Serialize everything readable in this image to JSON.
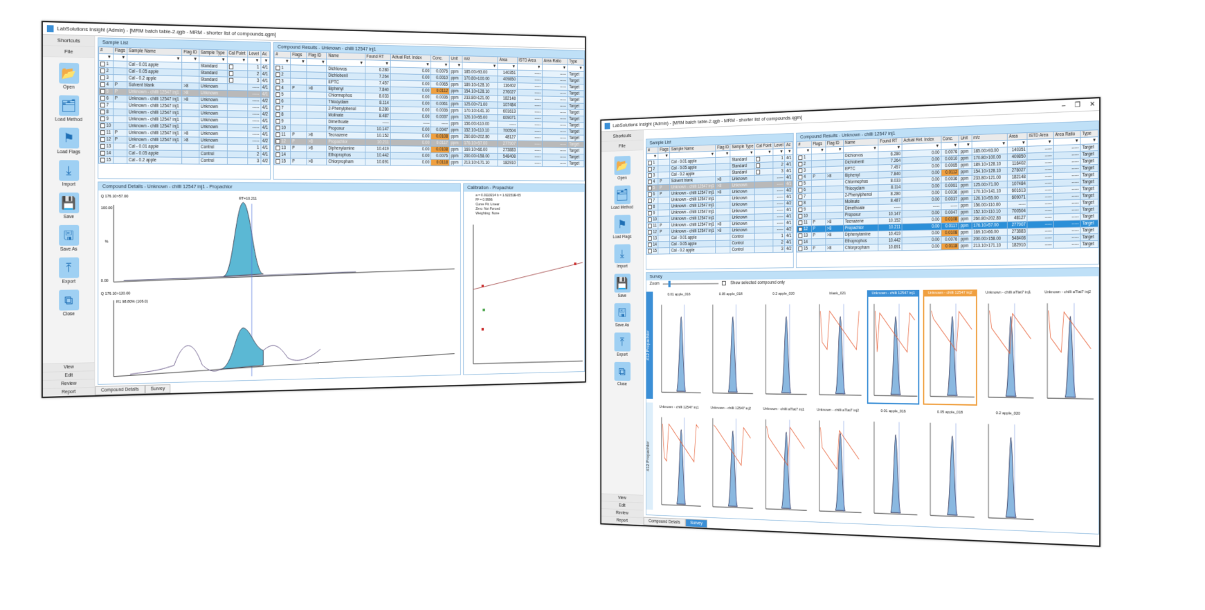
{
  "app_title_left": "LabSolutions Insight (Admin) - [MRM batch table-2.qgb - MRM - shorter list of compounds.qgm]",
  "app_title_right": "LabSolutions Insight (Admin) - [MRM batch table-2.qgb - MRM - shorter list of compounds.qgm]",
  "sidebar": {
    "shortcuts": "Shortcuts",
    "file": "File",
    "buttons": [
      {
        "label": "Open",
        "icon": "📂"
      },
      {
        "label": "Load Method",
        "icon": "🗂"
      },
      {
        "label": "Load Flags",
        "icon": "⚑"
      },
      {
        "label": "Import",
        "icon": "⤓"
      },
      {
        "label": "Save",
        "icon": "💾"
      },
      {
        "label": "Save As",
        "icon": "🖫"
      },
      {
        "label": "Export",
        "icon": "⤒"
      },
      {
        "label": "Close",
        "icon": "⧉"
      }
    ],
    "footer": [
      "View",
      "Edit",
      "Review",
      "Report"
    ]
  },
  "sample_list": {
    "title": "Sample List",
    "columns": [
      "#",
      "Flags",
      "Sample Name",
      "Flag ID",
      "Sample Type",
      "Cal Point",
      "Level",
      "Ac"
    ],
    "rows": [
      [
        "1",
        "",
        "Cal - 0.01 apple",
        "",
        "Standard",
        "x",
        "1",
        "4/1"
      ],
      [
        "2",
        "",
        "Cal - 0.05 apple",
        "",
        "Standard",
        "x",
        "2",
        "4/1"
      ],
      [
        "3",
        "",
        "Cal - 0.2 apple",
        "",
        "Standard",
        "x",
        "3",
        "4/1"
      ],
      [
        "4",
        "P",
        "Solvent blank",
        ">8",
        "Unknown",
        "",
        "-----",
        "4/1"
      ],
      [
        "5",
        "P",
        "Unknown - chilli 12547 inj1",
        ">8",
        "Unknown",
        "",
        "-----",
        "4/1"
      ],
      [
        "6",
        "P",
        "Unknown - chilli 12547 inj1",
        ">8",
        "Unknown",
        "",
        "-----",
        "4/2"
      ],
      [
        "7",
        "",
        "Unknown - chilli 12547 inj1",
        "",
        "Unknown",
        "",
        "-----",
        "4/1"
      ],
      [
        "8",
        "",
        "Unknown - chilli 12547 inj1",
        "",
        "Unknown",
        "",
        "-----",
        "4/2"
      ],
      [
        "9",
        "",
        "Unknown - chilli 12547 inj1",
        "",
        "Unknown",
        "",
        "-----",
        "4/1"
      ],
      [
        "10",
        "",
        "Unknown - chilli 12547 inj1",
        "",
        "Unknown",
        "",
        "-----",
        "4/1"
      ],
      [
        "11",
        "P",
        "Unknown - chilli 12547 inj1",
        ">8",
        "Unknown",
        "",
        "-----",
        "4/1"
      ],
      [
        "12",
        "P",
        "Unknown - chilli 12547 inj1",
        ">8",
        "Unknown",
        "",
        "-----",
        "4/2"
      ],
      [
        "13",
        "",
        "Cal - 0.01 apple",
        "",
        "Control",
        "",
        "1",
        "4/1"
      ],
      [
        "14",
        "",
        "Cal - 0.05 apple",
        "",
        "Control",
        "",
        "2",
        "4/1"
      ],
      [
        "15",
        "",
        "Cal - 0.2 apple",
        "",
        "Control",
        "",
        "3",
        "4/2"
      ]
    ]
  },
  "compound_results": {
    "title": "Compound Results - Unknown - chilli 12547 inj1",
    "columns": [
      "#",
      "Flags",
      "Flag ID",
      "Name",
      "Found RT",
      "Actual Ret. Index",
      "Conc.",
      "Unit",
      "m/z",
      "Area",
      "ISTD Area",
      "Area Ratio",
      "Type"
    ],
    "rows": [
      [
        "1",
        "",
        "",
        "Dichlorvos",
        "6.280",
        "0.00",
        "0.0076",
        "ppm",
        "185.00>93.00",
        "140351",
        "-----",
        "-----",
        "Target"
      ],
      [
        "2",
        "",
        "",
        "Dichlobenil",
        "7.264",
        "0.00",
        "0.0010",
        "ppm",
        "170.80>100.00",
        "409850",
        "-----",
        "-----",
        "Target"
      ],
      [
        "3",
        "",
        "",
        "EPTC",
        "7.457",
        "0.00",
        "0.0065",
        "ppm",
        "189.10>128.10",
        "116402",
        "-----",
        "-----",
        "Target"
      ],
      [
        "4",
        "P",
        ">8",
        "Biphenyl",
        "7.840",
        "0.00",
        "0.0112",
        "ppm",
        "154.10>128.10",
        "276027",
        "-----",
        "-----",
        "Target"
      ],
      [
        "5",
        "",
        "",
        "Chlormephos",
        "8.033",
        "0.00",
        "0.0036",
        "ppm",
        "233.80>121.00",
        "182148",
        "-----",
        "-----",
        "Target"
      ],
      [
        "6",
        "",
        "",
        "Thiocyclam",
        "8.114",
        "0.00",
        "0.0061",
        "ppm",
        "125.00>71.00",
        "107484",
        "-----",
        "-----",
        "Target"
      ],
      [
        "7",
        "",
        "",
        "2-Phenylphenol",
        "8.280",
        "0.00",
        "0.0036",
        "ppm",
        "170.10>141.10",
        "601613",
        "-----",
        "-----",
        "Target"
      ],
      [
        "8",
        "",
        "",
        "Molinate",
        "8.487",
        "0.00",
        "0.0037",
        "ppm",
        "126.10>55.00",
        "609071",
        "-----",
        "-----",
        "Target"
      ],
      [
        "9",
        "",
        "",
        "Dimethoate",
        "-----",
        "-----",
        "-----",
        "ppm",
        "156.00>110.00",
        "-----",
        "-----",
        "-----",
        "Target"
      ],
      [
        "10",
        "",
        "",
        "Propoxur",
        "10.147",
        "0.00",
        "0.0047",
        "ppm",
        "152.10>110.10",
        "700504",
        "-----",
        "-----",
        "Target"
      ],
      [
        "11",
        "P",
        ">8",
        "Tecnazene",
        "10.152",
        "0.00",
        "0.0108",
        "ppm",
        "260.80>202.80",
        "48127",
        "-----",
        "-----",
        "Target"
      ],
      [
        "12",
        "P",
        ">8",
        "Propachlor",
        "10.211",
        "0.00",
        "0.0117",
        "ppm",
        "176.10>57.00",
        "277907",
        "-----",
        "-----",
        "Target"
      ],
      [
        "13",
        "P",
        ">8",
        "Diphenylamine",
        "10.419",
        "0.00",
        "0.0108",
        "ppm",
        "169.10>66.00",
        "273883",
        "-----",
        "-----",
        "Target"
      ],
      [
        "14",
        "",
        "",
        "Ethoprophos",
        "10.442",
        "0.00",
        "0.0076",
        "ppm",
        "200.00>158.00",
        "548408",
        "-----",
        "-----",
        "Target"
      ],
      [
        "15",
        "P",
        ">8",
        "Chlorpropham",
        "10.691",
        "0.00",
        "0.0118",
        "ppm",
        "213.10>171.10",
        "182910",
        "-----",
        "-----",
        "Target"
      ]
    ],
    "highlight_rows": [
      "4",
      "11",
      "12",
      "13",
      "15"
    ],
    "selected_row": "12"
  },
  "compound_details": {
    "title": "Compound Details - Unknown - chilli 12547 inj1 - Propachlor",
    "trace1": "Q 176.10>57.00",
    "trace2": "Q 176.10>120.00",
    "peak_label": "RT=10.211",
    "ratio_label": "R1 98.80% (106.0)",
    "y_top": "100.00",
    "y_mid": "%",
    "y_zero": "0.00"
  },
  "calibration": {
    "title": "Calibration - Propachlor",
    "lines": [
      "a = 0.0113214 b = 1.62251E-05",
      "R² = 0.9996",
      "Curve Fit: Linear",
      "Zero: Not Forced",
      "Weighting: None"
    ]
  },
  "tabs": [
    "Compound Details",
    "Survey"
  ],
  "active_tab": "Survey",
  "survey": {
    "title": "Survey",
    "zoom_label": "Zoom",
    "show_selected": "Show selected compound only",
    "row_labels": [
      "#12 Propachlor",
      "#12 Propachlor"
    ],
    "cells": [
      {
        "title": "0.01 apple_016",
        "cls": "",
        "noisy": false
      },
      {
        "title": "0.05 apple_018",
        "cls": "",
        "noisy": false
      },
      {
        "title": "0.2 apple_020",
        "cls": "",
        "noisy": false
      },
      {
        "title": "blank_021",
        "cls": "",
        "noisy": true
      },
      {
        "title": "Unknown - chilli 12547 inj1",
        "cls": "blue",
        "noisy": true
      },
      {
        "title": "Unknown - chilli 12547 inj2",
        "cls": "orange",
        "noisy": true
      },
      {
        "title": "Unknown - chilli aTlat7 inj1",
        "cls": "",
        "noisy": true
      },
      {
        "title": "Unknown - chilli aTlat7 inj2",
        "cls": "",
        "noisy": true
      },
      {
        "title": "Unknown - chilli 12547 inj1",
        "cls": "",
        "noisy": true
      },
      {
        "title": "Unknown - chilli 12547 inj2",
        "cls": "",
        "noisy": true
      },
      {
        "title": "Unknown - chilli aTlat7 inj1",
        "cls": "",
        "noisy": true
      },
      {
        "title": "Unknown - chilli aTlat7 inj2",
        "cls": "",
        "noisy": true
      },
      {
        "title": "0.01 apple_016",
        "cls": "",
        "noisy": false
      },
      {
        "title": "0.05 apple_018",
        "cls": "",
        "noisy": false
      },
      {
        "title": "0.2 apple_020",
        "cls": "",
        "noisy": false
      },
      {
        "title": "",
        "cls": "",
        "noisy": false
      }
    ]
  },
  "colors": {
    "accent": "#3b8fd6",
    "header": "#bfe0f7",
    "highlight": "#f0a040",
    "peak_fill": "#5bb8d4",
    "trace_red": "#e8643c"
  }
}
